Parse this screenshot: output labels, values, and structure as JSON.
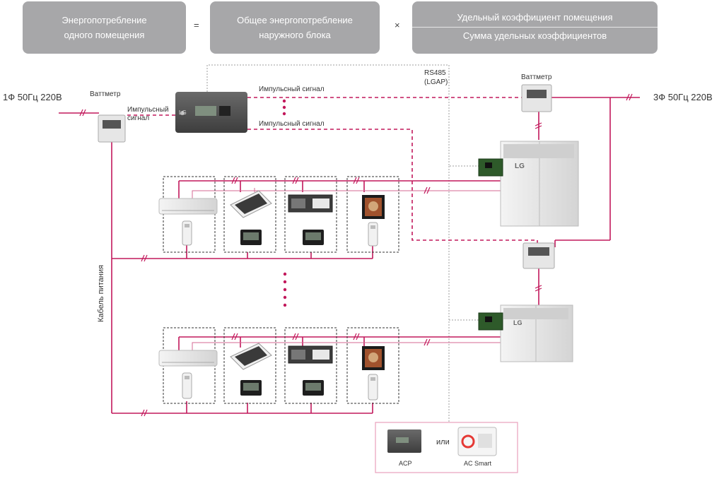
{
  "formula": {
    "room_consumption": "Энергопотребление одного помещения",
    "equals": "=",
    "outdoor_total": "Общее энергопотребление наружного блока",
    "times": "×",
    "room_coefficient": "Удельный коэффициент помещения",
    "sum_coefficients": "Сумма удельных коэффициентов"
  },
  "labels": {
    "power_1ph": "1Ф 50Гц 220В",
    "power_3ph": "3Ф 50Гц 220В",
    "wattmeter_left": "Ваттметр",
    "wattmeter_right": "Ваттметр",
    "pulse_signal_left": "Импульсный сигнал",
    "pulse_signal_top": "Импульсный сигнал",
    "pulse_signal_mid": "Импульсный сигнал",
    "rs485": "RS485",
    "lgap": "(LGAP)",
    "power_cable": "Кабель питания",
    "acp": "ACP",
    "or": "или",
    "ac_smart": "AC Smart",
    "brand": "LG"
  },
  "colors": {
    "power_line": "#c2185b",
    "signal_line": "#c2185b",
    "comm_line": "#9e9e9e",
    "formula_box": "#a7a7a9"
  }
}
